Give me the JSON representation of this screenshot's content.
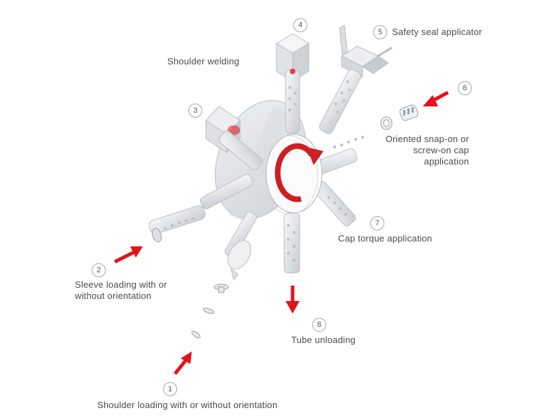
{
  "stations": [
    {
      "number": "1",
      "label": "Shoulder loading with or without orientation"
    },
    {
      "number": "2",
      "label_lines": [
        "Sleeve loading with or",
        "without orientation"
      ]
    },
    {
      "number": "3",
      "label": "Shoulder welding"
    },
    {
      "number": "4"
    },
    {
      "number": "5",
      "label": "Safety seal applicator"
    },
    {
      "number": "6",
      "label_lines": [
        "Oriented snap-on or",
        "screw-on cap",
        "application"
      ]
    },
    {
      "number": "7",
      "label": "Cap torque application"
    },
    {
      "number": "8",
      "label": "Tube unloading"
    }
  ],
  "colors": {
    "arrow": "#e3131b",
    "text": "#4a4a4a",
    "machine": "#e6e9ec",
    "outline": "#b9bec3",
    "rotation_arrow": "#cf1e24"
  },
  "icons": [
    "red-input-arrow",
    "rotation-arrow"
  ]
}
